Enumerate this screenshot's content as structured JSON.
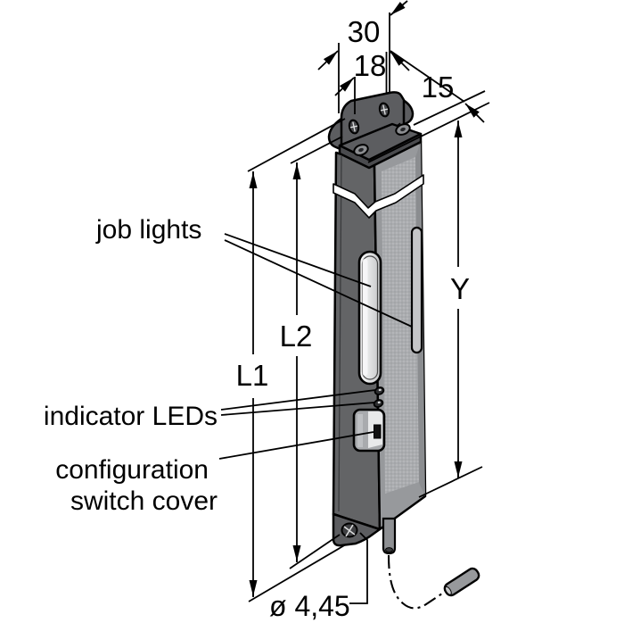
{
  "drawing": {
    "type": "product-dimension-drawing",
    "dims": {
      "top_width": "30",
      "hole_pitch": "18",
      "depth": "15",
      "length_l1": "L1",
      "length_l2": "L2",
      "window_length": "Y",
      "hole_dia": "ø 4,45"
    },
    "callouts": {
      "job_lights": "job lights",
      "indicator_leds": "indicator LEDs",
      "config_line1": "configuration",
      "config_line2": "switch cover"
    },
    "colors": {
      "outline": "#000000",
      "background": "#ffffff",
      "housing_dark": "#636466",
      "housing_front": "#97999c",
      "bracket": "#5c5d60",
      "window_light": "#e9eaeb",
      "side_slot": "#c5c6c8",
      "switch_cover": "#a9abae",
      "cable": "#8e9093",
      "connector": "#97999c"
    }
  }
}
